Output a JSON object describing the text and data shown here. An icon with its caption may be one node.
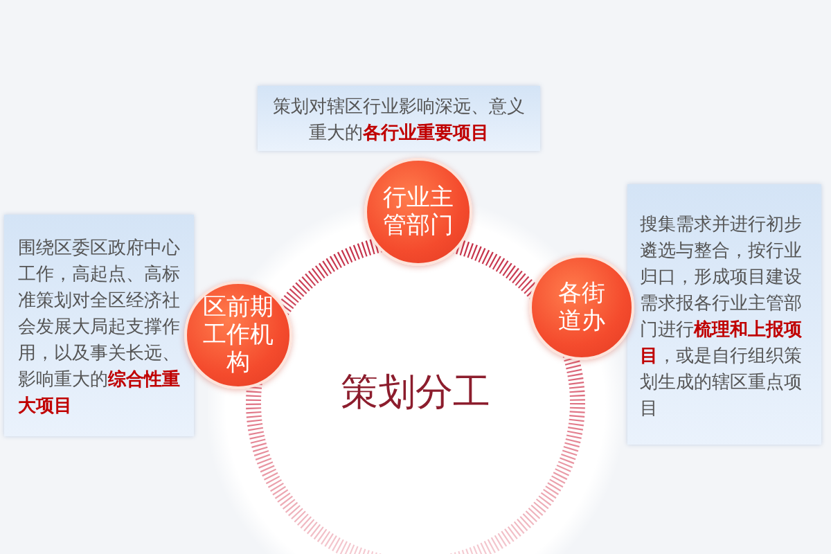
{
  "diagram": {
    "nodes": [
      {
        "text": [
          "策划对辖区行业影响深远、意义重大的**各行业重要项目**"
        ]
      },
      {
        "text": [
          "行业主管部门"
        ]
      },
      {
        "text": [
          "围绕区委区政府中心工作，高起点、高标准策划对全区经济社会发展大局起支撑作用，以及事关长远、影响重大的**综合性重大项目**"
        ]
      },
      {
        "text": [
          "区前期工作机构"
        ]
      },
      {
        "text": [
          "各街道办"
        ]
      },
      {
        "text": [
          "搜集需求并进行初步遴选与整合，按行业归口，形成项目建设需求报各行业主管部门进行**梳理和上报项目**，或是自行组织策划生成的辖区重点项目"
        ]
      },
      {
        "text": [
          "策划分工"
        ]
      }
    ]
  }
}
